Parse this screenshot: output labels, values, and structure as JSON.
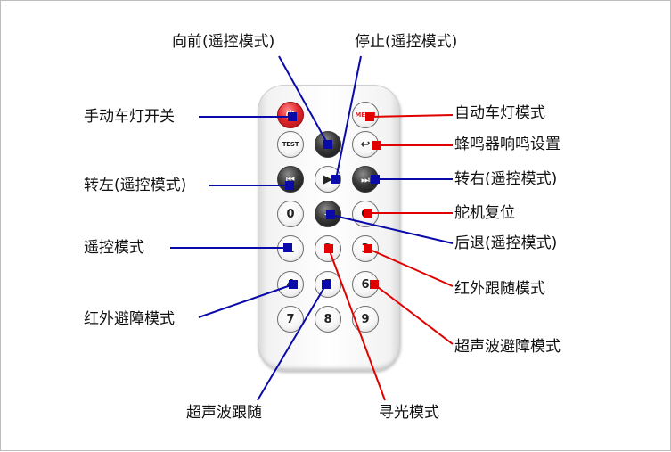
{
  "remote": {
    "buttons": [
      {
        "name": "power-button",
        "glyph": "⏻",
        "style": "red"
      },
      {
        "name": "menu-button",
        "glyph": "MENU",
        "style": "white"
      },
      {
        "name": "test-button",
        "glyph": "TEST",
        "style": "white"
      },
      {
        "name": "up-button",
        "glyph": "+",
        "style": "dark"
      },
      {
        "name": "back-button",
        "glyph": "↩",
        "style": "white"
      },
      {
        "name": "prev-button",
        "glyph": "⏮",
        "style": "dark"
      },
      {
        "name": "play-button",
        "glyph": "▶",
        "style": "white"
      },
      {
        "name": "next-button",
        "glyph": "⏭",
        "style": "dark"
      },
      {
        "name": "key-0-button",
        "glyph": "0",
        "style": "white"
      },
      {
        "name": "down-button",
        "glyph": "−",
        "style": "dark"
      },
      {
        "name": "c-button",
        "glyph": "C",
        "style": "white"
      },
      {
        "name": "key-1-button",
        "glyph": "1",
        "style": "white"
      },
      {
        "name": "key-2-button",
        "glyph": "2",
        "style": "white"
      },
      {
        "name": "key-3-button",
        "glyph": "3",
        "style": "white"
      },
      {
        "name": "key-4-button",
        "glyph": "4",
        "style": "white"
      },
      {
        "name": "key-5-button",
        "glyph": "5",
        "style": "white"
      },
      {
        "name": "key-6-button",
        "glyph": "6",
        "style": "white"
      },
      {
        "name": "key-7-button",
        "glyph": "7",
        "style": "white"
      },
      {
        "name": "key-8-button",
        "glyph": "8",
        "style": "white"
      },
      {
        "name": "key-9-button",
        "glyph": "9",
        "style": "white"
      }
    ]
  },
  "labels": {
    "forward": "向前(遥控模式)",
    "stop": "停止(遥控模式)",
    "manual_light": "手动车灯开关",
    "auto_light": "自动车灯模式",
    "buzzer": "蜂鸣器响鸣设置",
    "turn_left": "转左(遥控模式)",
    "turn_right": "转右(遥控模式)",
    "servo_reset": "舵机复位",
    "remote_mode": "遥控模式",
    "backward": "后退(遥控模式)",
    "ir_follow": "红外跟随模式",
    "ir_avoid": "红外避障模式",
    "ultrasonic_avoid": "超声波避障模式",
    "ultrasonic_follow": "超声波跟随",
    "light_seek": "寻光模式"
  },
  "colors": {
    "blue_line": "#0a0aa8",
    "red_line": "#e00000"
  }
}
